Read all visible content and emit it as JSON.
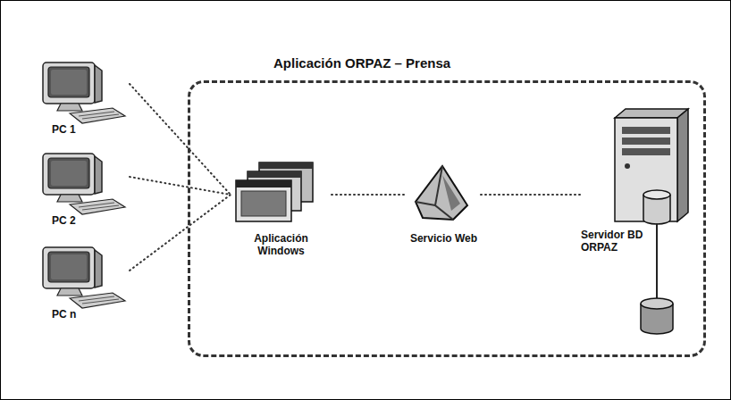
{
  "diagram": {
    "nodes": [
      {
        "text": [
          "PC 1"
        ]
      },
      {
        "text": [
          "PC 2"
        ]
      },
      {
        "text": [
          "PC n"
        ]
      },
      {
        "text": [
          "Aplicación ORPAZ – Prensa"
        ]
      },
      {
        "text": [
          "Aplicación Windows"
        ],
        "in": 3
      },
      {
        "text": [
          "Servicio Web"
        ],
        "in": 3
      },
      {
        "text": [
          "Servidor BD ORPAZ"
        ],
        "in": 3
      }
    ],
    "edges": [
      {
        "from": 0,
        "to": 4,
        "arrow": "none"
      },
      {
        "from": 1,
        "to": 4,
        "arrow": "none"
      },
      {
        "from": 2,
        "to": 4,
        "arrow": "none"
      },
      {
        "from": 4,
        "to": 5,
        "arrow": "none"
      },
      {
        "from": 5,
        "to": 6,
        "arrow": "none"
      }
    ]
  }
}
